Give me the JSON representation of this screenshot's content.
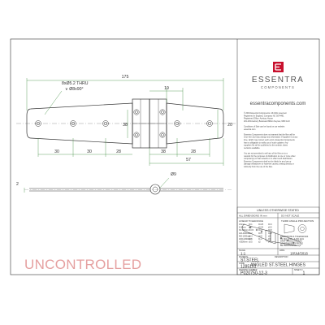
{
  "logo": {
    "brand": "ESSENTRA",
    "sub": "COMPONENTS",
    "url": "essentracomponents.com",
    "color": "#c8102e"
  },
  "notes": [
    "© 2019 Essentra Components. All rights reserved.",
    "Registered in England, Company No. 5074491",
    "Registered Office: Avebury House",
    "201-249 Avebury Boulevard Milton Keynes, MK9 1AU",
    "",
    "Conditions of Sale can be found on our website:",
    "essentra.com",
    "",
    "Essentra Components does not warrant that the files will be",
    "error free and may change any information (\"Suppliers\") at any",
    "time, which may correct such errors. Essentra Components",
    "has no obligation to notify you of such updates. Any",
    "suppliers file will be published to the website, latest",
    "revisions available.",
    "",
    "You are not permitted to sell any of the files on to a",
    "network for the purposes of distribution to one or more other",
    "computer(s) on that network or in effect such distribution.",
    "Essentra Components shall not be liable for any loss or",
    "damage whatsoever or however caused, arising directly or",
    "indirectly from the use of the files."
  ],
  "dimensions": {
    "overall": "175",
    "hole": "8xØ5.2 THRU",
    "csk": "∨ Ø8x90°",
    "knuckle": "19",
    "height_small": "38",
    "height_large": "20",
    "pitch1": "30",
    "pitch2": "30",
    "pitch3": "28",
    "pitch4": "38",
    "pitch5": "28",
    "offset": "57",
    "pin": "Ø9",
    "thickness": "2"
  },
  "title_block": {
    "unless": "UNLESS OTHERWISE STATED",
    "dims": "ALL DIMENSIONS IN mm",
    "dnscale": "DO NOT SCALE",
    "lin_tol": "LINEAR TOLERANCE",
    "angle_proj": "THIRD ANGLE PROJECTION",
    "tol_rows": [
      [
        "0-6mm",
        "±0.1",
        "±0.25",
        "±0.3"
      ],
      [
        "6-30mm",
        "±0.1",
        "±0.25",
        "±0.5"
      ],
      [
        "30-120mm",
        "±0.15",
        "±0.3",
        "±0.8"
      ],
      [
        "120-400mm",
        "±0.2",
        "±0.5",
        "±1.2"
      ],
      [
        "400-1000mm",
        "±0.3",
        "±0.8",
        "±2"
      ],
      [
        "1000-2000mm",
        "±0.5",
        "±1.2",
        "±3"
      ],
      [
        ">2000mm",
        "±0.5",
        "±2",
        "±4"
      ]
    ],
    "iso_note": [
      "DIMENSIONS & TOLERANCES",
      "TO ISO 2768-1 & ISO 1101",
      "DRAFT ANGLE UNLESS",
      "OTHERWISE STATED TO",
      "BE PERMISSIBLE"
    ],
    "scale_label": "SCALE",
    "scale": "1:1",
    "date_label": "DATE",
    "date": "18/Jul/2016",
    "material_label": "MATERIAL",
    "material": "ST.STEEL",
    "code_label": "CODE",
    "code": "1285101",
    "desc_label": "DESCRIPTION",
    "desc": "ANGLED ST.STEEL HINGES",
    "dwg_label": "DRAWING NUMBER",
    "dwg": "P020750-12-3",
    "sheet_label": "SHEET N",
    "sheet": "1"
  },
  "stamp": "UNCONTROLLED"
}
